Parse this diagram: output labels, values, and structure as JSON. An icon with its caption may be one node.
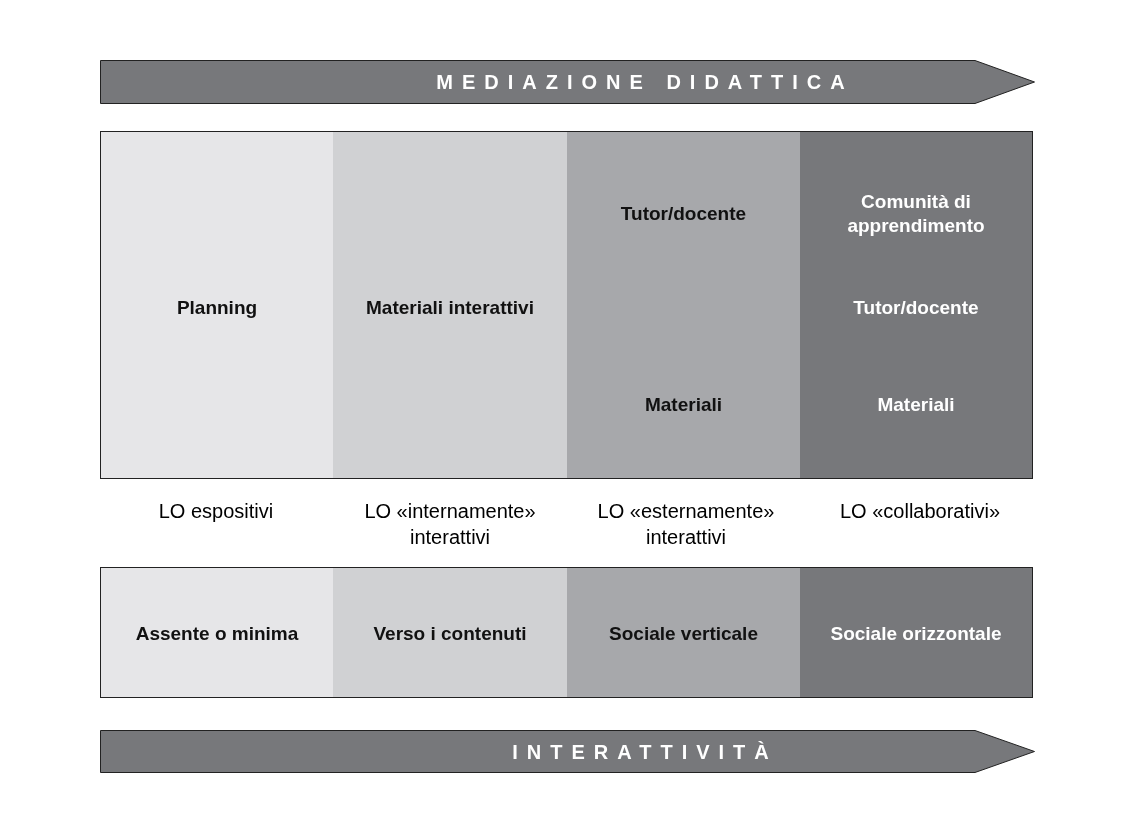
{
  "diagram": {
    "nodes": [
      {
        "text": [
          "MEDIAZIONE DIDATTICA"
        ]
      },
      {
        "text": [
          "Planning"
        ]
      },
      {
        "text": [
          "Materiali interattivi"
        ]
      },
      {
        "text": [
          "Tutor/docente",
          "Materiali"
        ]
      },
      {
        "text": [
          "Comunità di apprendimento",
          "Tutor/docente",
          "Materiali"
        ]
      },
      {
        "text": [
          "Assente o minima"
        ]
      },
      {
        "text": [
          "Verso i contenuti"
        ]
      },
      {
        "text": [
          "Sociale verticale"
        ]
      },
      {
        "text": [
          "Sociale orizzontale"
        ]
      },
      {
        "text": [
          "INTERATTIVITÀ"
        ]
      }
    ],
    "labels": [
      "LO espositivi",
      "LO «internamente» interattivi",
      "LO «esternamente» interattivi",
      "LO «collaborativi»"
    ]
  }
}
